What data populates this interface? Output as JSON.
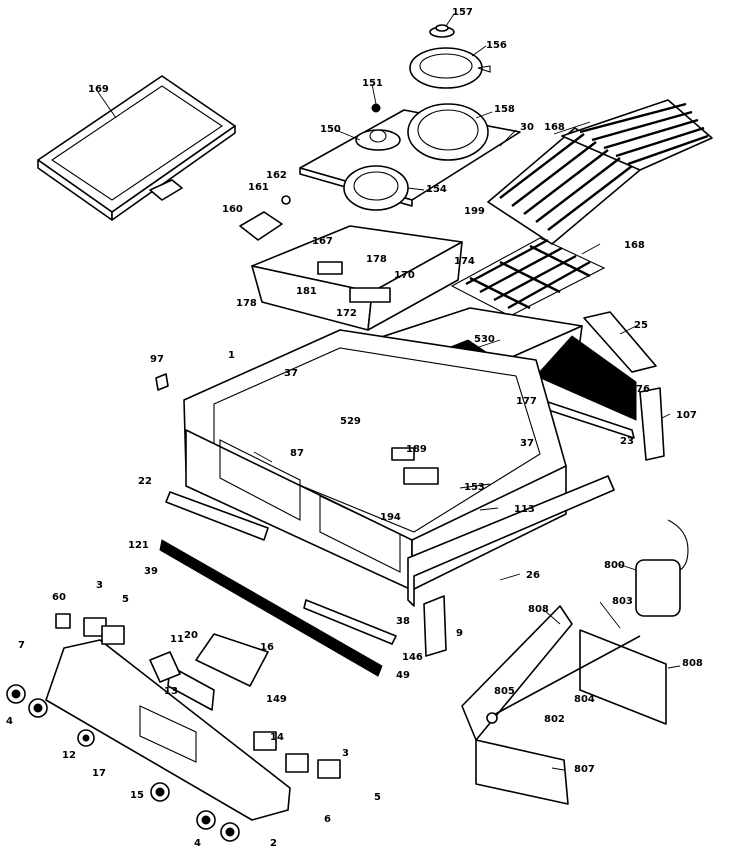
{
  "callouts": [
    {
      "id": "157",
      "text": "157"
    },
    {
      "id": "156",
      "text": "156"
    },
    {
      "id": "169",
      "text": "169"
    },
    {
      "id": "151",
      "text": "151"
    },
    {
      "id": "158",
      "text": "158"
    },
    {
      "id": "150",
      "text": "150"
    },
    {
      "id": "30",
      "text": "30"
    },
    {
      "id": "168a",
      "text": "168"
    },
    {
      "id": "162",
      "text": "162"
    },
    {
      "id": "161a",
      "text": "161"
    },
    {
      "id": "160",
      "text": "160"
    },
    {
      "id": "154",
      "text": "154"
    },
    {
      "id": "199",
      "text": "199"
    },
    {
      "id": "167",
      "text": "167"
    },
    {
      "id": "178a",
      "text": "178"
    },
    {
      "id": "170",
      "text": "170"
    },
    {
      "id": "174",
      "text": "174"
    },
    {
      "id": "168b",
      "text": "168"
    },
    {
      "id": "181",
      "text": "181"
    },
    {
      "id": "178b",
      "text": "178"
    },
    {
      "id": "172",
      "text": "172"
    },
    {
      "id": "25",
      "text": "25"
    },
    {
      "id": "97",
      "text": "97"
    },
    {
      "id": "1",
      "text": "1"
    },
    {
      "id": "37a",
      "text": "37"
    },
    {
      "id": "530",
      "text": "530"
    },
    {
      "id": "76",
      "text": "76"
    },
    {
      "id": "177",
      "text": "177"
    },
    {
      "id": "107",
      "text": "107"
    },
    {
      "id": "529",
      "text": "529"
    },
    {
      "id": "37b",
      "text": "37"
    },
    {
      "id": "87",
      "text": "87"
    },
    {
      "id": "189",
      "text": "189"
    },
    {
      "id": "23",
      "text": "23"
    },
    {
      "id": "22",
      "text": "22"
    },
    {
      "id": "153",
      "text": "153"
    },
    {
      "id": "194",
      "text": "194"
    },
    {
      "id": "113",
      "text": "113"
    },
    {
      "id": "121",
      "text": "121"
    },
    {
      "id": "26",
      "text": "26"
    },
    {
      "id": "800",
      "text": "800"
    },
    {
      "id": "39",
      "text": "39"
    },
    {
      "id": "3a",
      "text": "3"
    },
    {
      "id": "5a",
      "text": "5"
    },
    {
      "id": "60",
      "text": "60"
    },
    {
      "id": "808a",
      "text": "808"
    },
    {
      "id": "803",
      "text": "803"
    },
    {
      "id": "38",
      "text": "38"
    },
    {
      "id": "9",
      "text": "9"
    },
    {
      "id": "11",
      "text": "11"
    },
    {
      "id": "20",
      "text": "20"
    },
    {
      "id": "16",
      "text": "16"
    },
    {
      "id": "7",
      "text": "7"
    },
    {
      "id": "146",
      "text": "146"
    },
    {
      "id": "808b",
      "text": "808"
    },
    {
      "id": "49",
      "text": "49"
    },
    {
      "id": "13",
      "text": "13"
    },
    {
      "id": "805",
      "text": "805"
    },
    {
      "id": "804",
      "text": "804"
    },
    {
      "id": "4a",
      "text": "4"
    },
    {
      "id": "149",
      "text": "149"
    },
    {
      "id": "802",
      "text": "802"
    },
    {
      "id": "14",
      "text": "14"
    },
    {
      "id": "12",
      "text": "12"
    },
    {
      "id": "3b",
      "text": "3"
    },
    {
      "id": "17",
      "text": "17"
    },
    {
      "id": "807",
      "text": "807"
    },
    {
      "id": "15",
      "text": "15"
    },
    {
      "id": "5b",
      "text": "5"
    },
    {
      "id": "6",
      "text": "6"
    },
    {
      "id": "4b",
      "text": "4"
    },
    {
      "id": "2",
      "text": "2"
    }
  ]
}
